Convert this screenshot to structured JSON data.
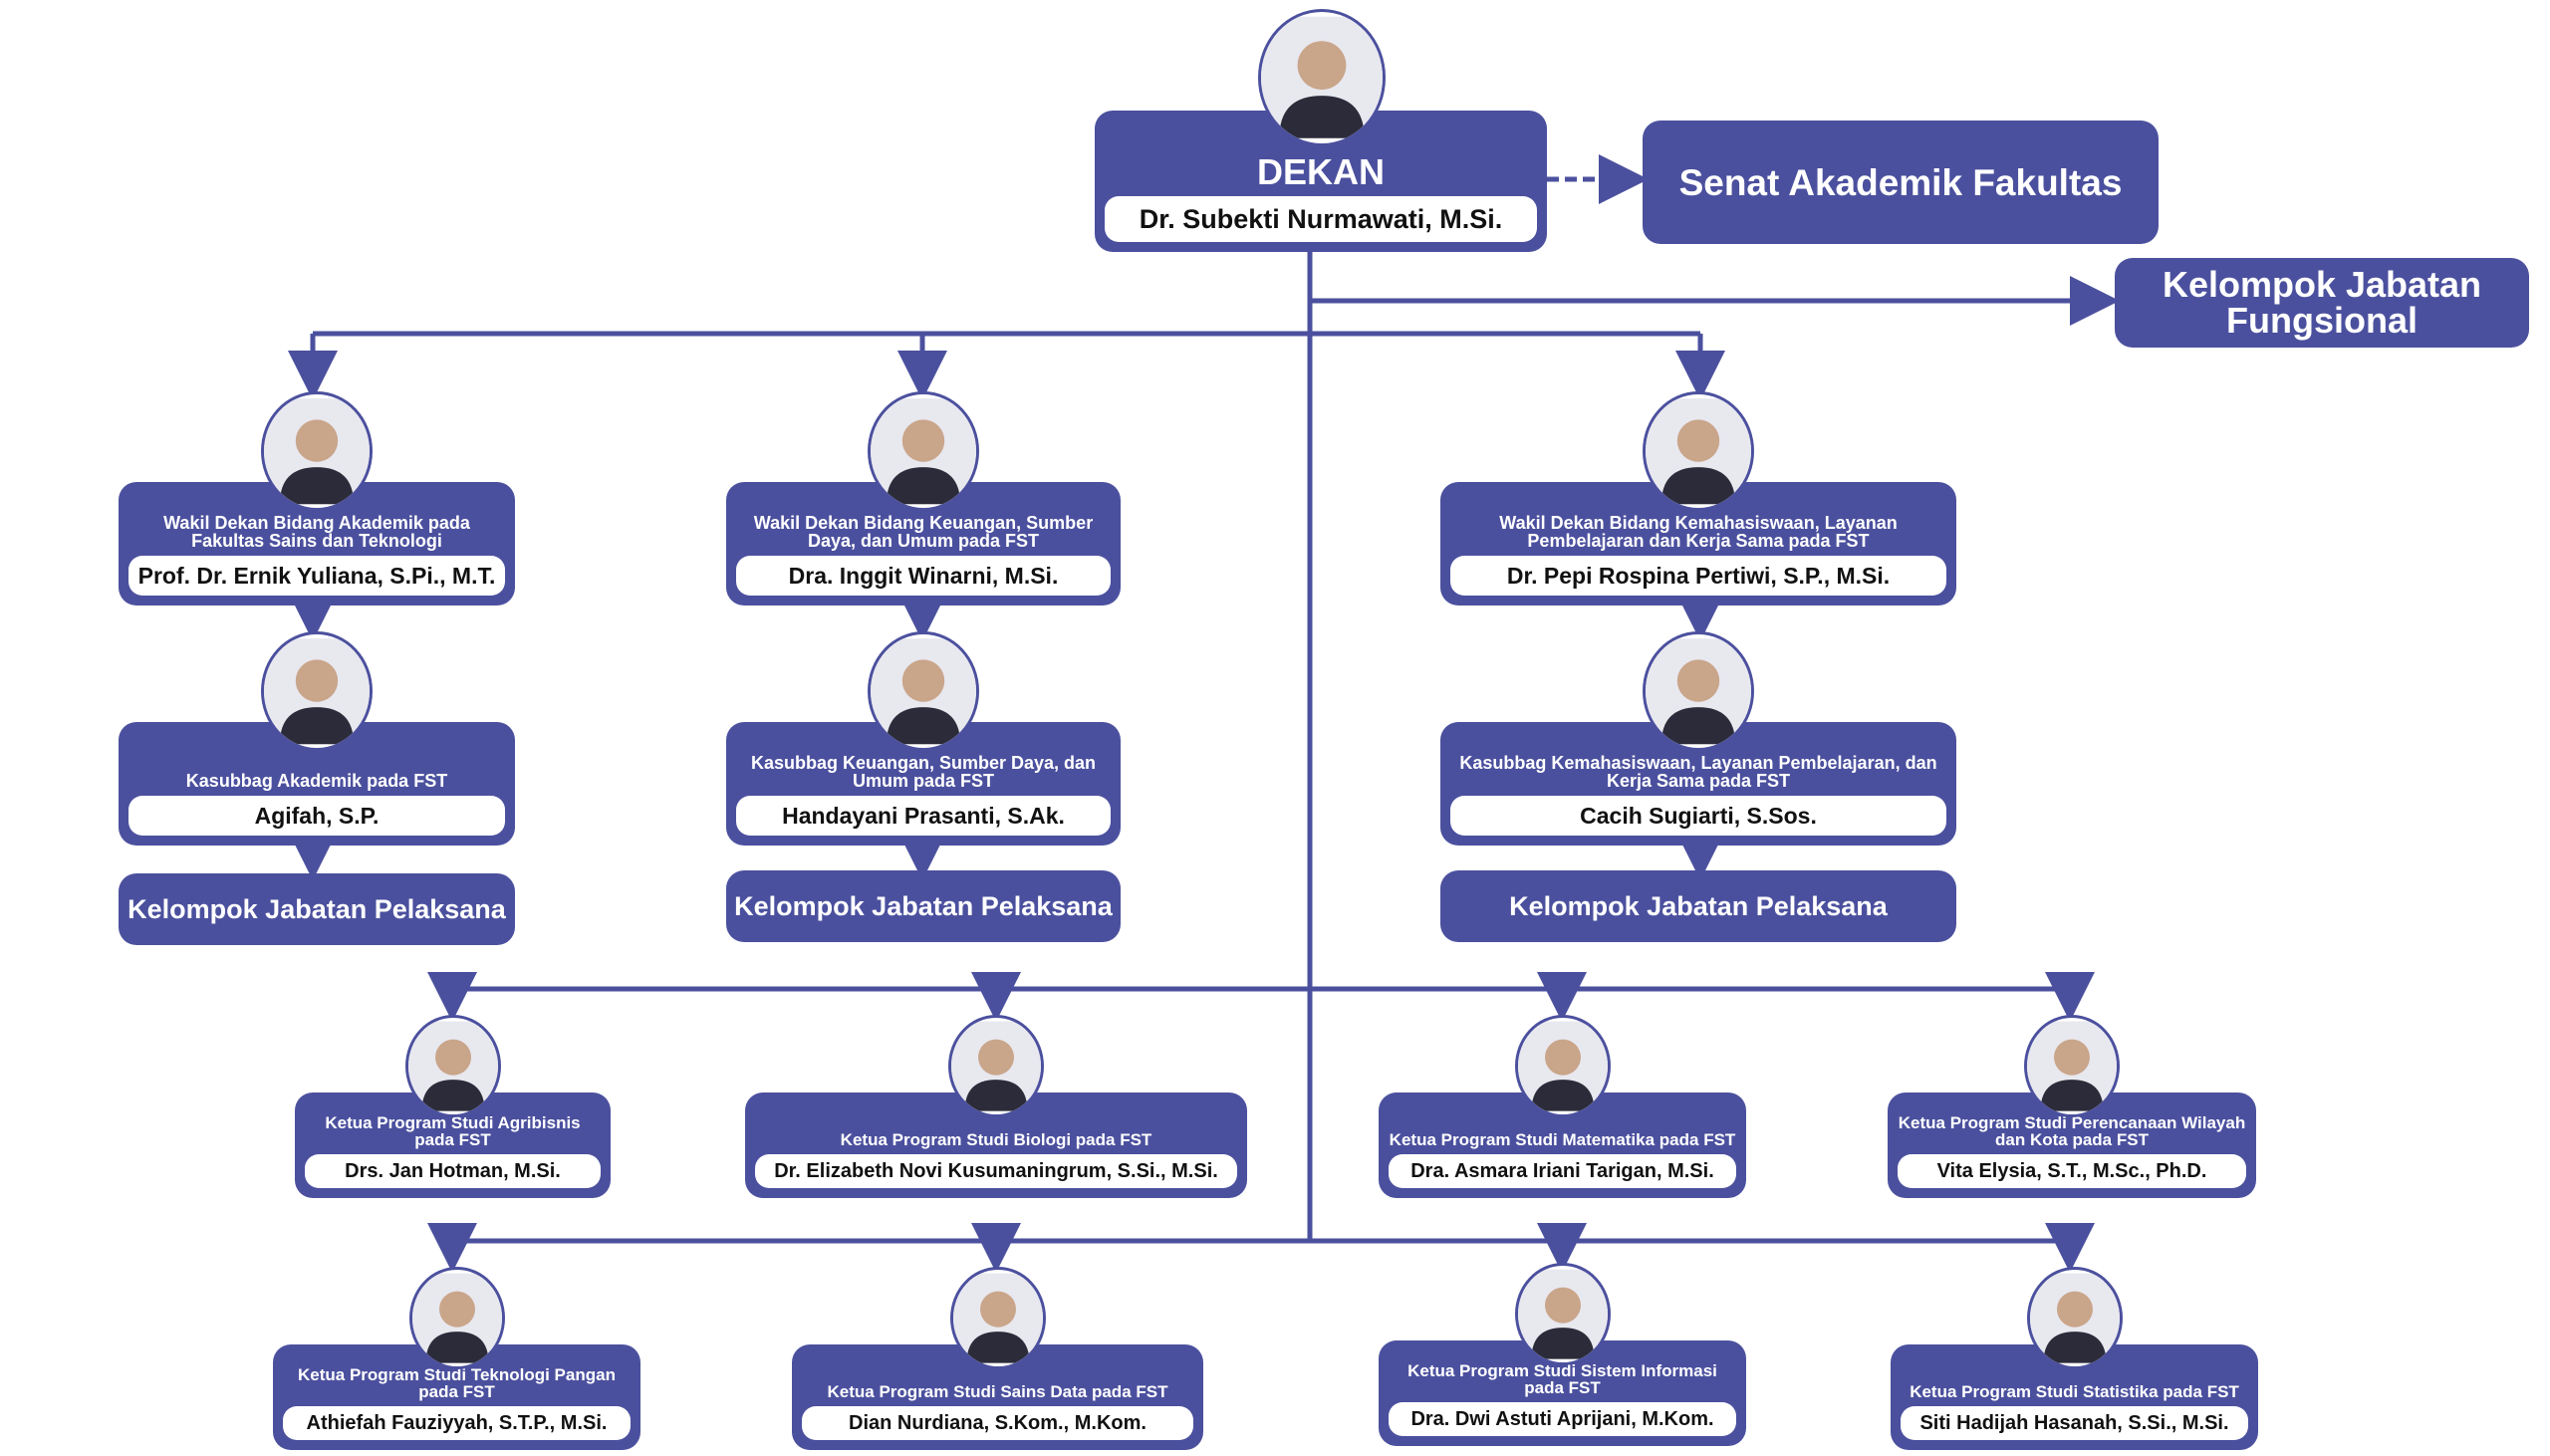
{
  "colors": {
    "primary": "#4B509E",
    "pill": "#FFFFFF",
    "text_dark": "#111111"
  },
  "dekan": {
    "title": "DEKAN",
    "name": "Dr. Subekti Nurmawati, M.Si."
  },
  "senat": {
    "label": "Senat Akademik Fakultas"
  },
  "fungsional": {
    "label": "Kelompok Jabatan Fungsional"
  },
  "wakil": [
    {
      "title": "Wakil Dekan Bidang Akademik pada Fakultas Sains dan Teknologi",
      "name": "Prof. Dr. Ernik Yuliana, S.Pi., M.T."
    },
    {
      "title": "Wakil Dekan Bidang Keuangan, Sumber Daya, dan Umum pada FST",
      "name": "Dra. Inggit Winarni, M.Si."
    },
    {
      "title": "Wakil Dekan Bidang Kemahasiswaan, Layanan Pembelajaran dan Kerja Sama pada FST",
      "name": "Dr. Pepi Rospina Pertiwi, S.P., M.Si."
    }
  ],
  "kasubbag": [
    {
      "title": "Kasubbag Akademik pada FST",
      "name": "Agifah, S.P."
    },
    {
      "title": "Kasubbag Keuangan, Sumber Daya, dan Umum pada FST",
      "name": "Handayani Prasanti, S.Ak."
    },
    {
      "title": "Kasubbag Kemahasiswaan, Layanan Pembelajaran, dan Kerja Sama pada FST",
      "name": "Cacih Sugiarti, S.Sos."
    }
  ],
  "pelaksana": [
    {
      "label": "Kelompok Jabatan Pelaksana"
    },
    {
      "label": "Kelompok Jabatan Pelaksana"
    },
    {
      "label": "Kelompok Jabatan Pelaksana"
    }
  ],
  "ketua": [
    {
      "title": "Ketua Program Studi Agribisnis pada FST",
      "name": "Drs. Jan Hotman, M.Si."
    },
    {
      "title": "Ketua Program Studi Biologi pada FST",
      "name": "Dr. Elizabeth Novi Kusumaningrum, S.Si., M.Si."
    },
    {
      "title": "Ketua Program Studi Matematika pada FST",
      "name": "Dra. Asmara Iriani Tarigan, M.Si."
    },
    {
      "title": "Ketua Program Studi Perencanaan Wilayah dan Kota pada FST",
      "name": "Vita Elysia, S.T., M.Sc., Ph.D."
    },
    {
      "title": "Ketua Program Studi Teknologi Pangan pada FST",
      "name": "Athiefah Fauziyyah, S.T.P., M.Si."
    },
    {
      "title": "Ketua Program Studi Sains Data pada FST",
      "name": "Dian Nurdiana, S.Kom., M.Kom."
    },
    {
      "title": "Ketua Program Studi Sistem Informasi pada FST",
      "name": "Dra. Dwi Astuti Aprijani, M.Kom."
    },
    {
      "title": "Ketua Program Studi Statistika pada FST",
      "name": "Siti Hadijah Hasanah, S.Si., M.Si."
    }
  ]
}
